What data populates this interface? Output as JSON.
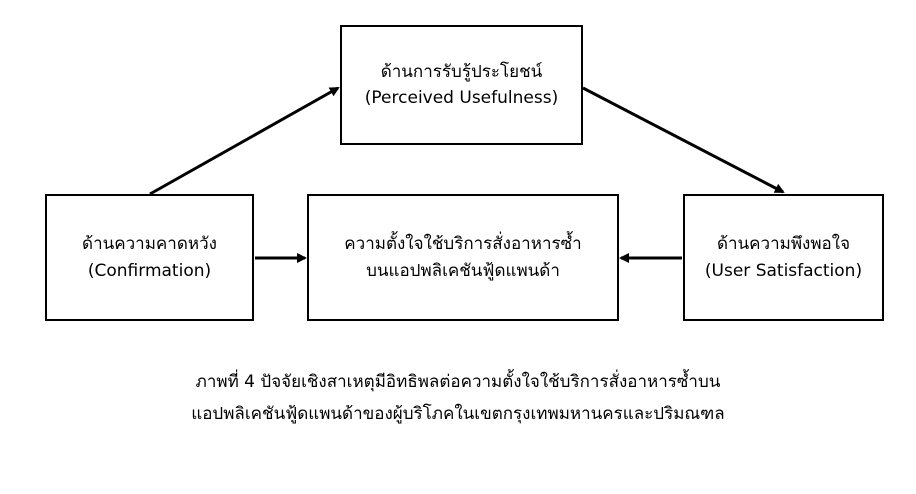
{
  "nodes": {
    "perceived_usefulness": {
      "th": "ด้านการรับรู้ประโยชน์",
      "en": "(Perceived Usefulness)"
    },
    "confirmation": {
      "th": "ด้านความคาดหวัง",
      "en": "(Confirmation)"
    },
    "continuance_intention": {
      "line1": "ความตั้งใจใช้บริการสั่งอาหารซ้ำ",
      "line2": "บนแอปพลิเคชันฟู้ดแพนด้า"
    },
    "user_satisfaction": {
      "th": "ด้านความพึงพอใจ",
      "en": "(User Satisfaction)"
    }
  },
  "edges": [
    {
      "from": "confirmation",
      "to": "perceived_usefulness"
    },
    {
      "from": "perceived_usefulness",
      "to": "user_satisfaction"
    },
    {
      "from": "confirmation",
      "to": "continuance_intention"
    },
    {
      "from": "user_satisfaction",
      "to": "continuance_intention"
    }
  ],
  "caption": {
    "line1": "ภาพที่ 4 ปัจจัยเชิงสาเหตุมีอิทธิพลต่อความตั้งใจใช้บริการสั่งอาหารซ้ำบน",
    "line2": "แอปพลิเคชันฟู้ดแพนด้าของผู้บริโภคในเขตกรุงเทพมหานครและปริมณฑล"
  },
  "colors": {
    "stroke": "#000000",
    "background": "#ffffff"
  }
}
